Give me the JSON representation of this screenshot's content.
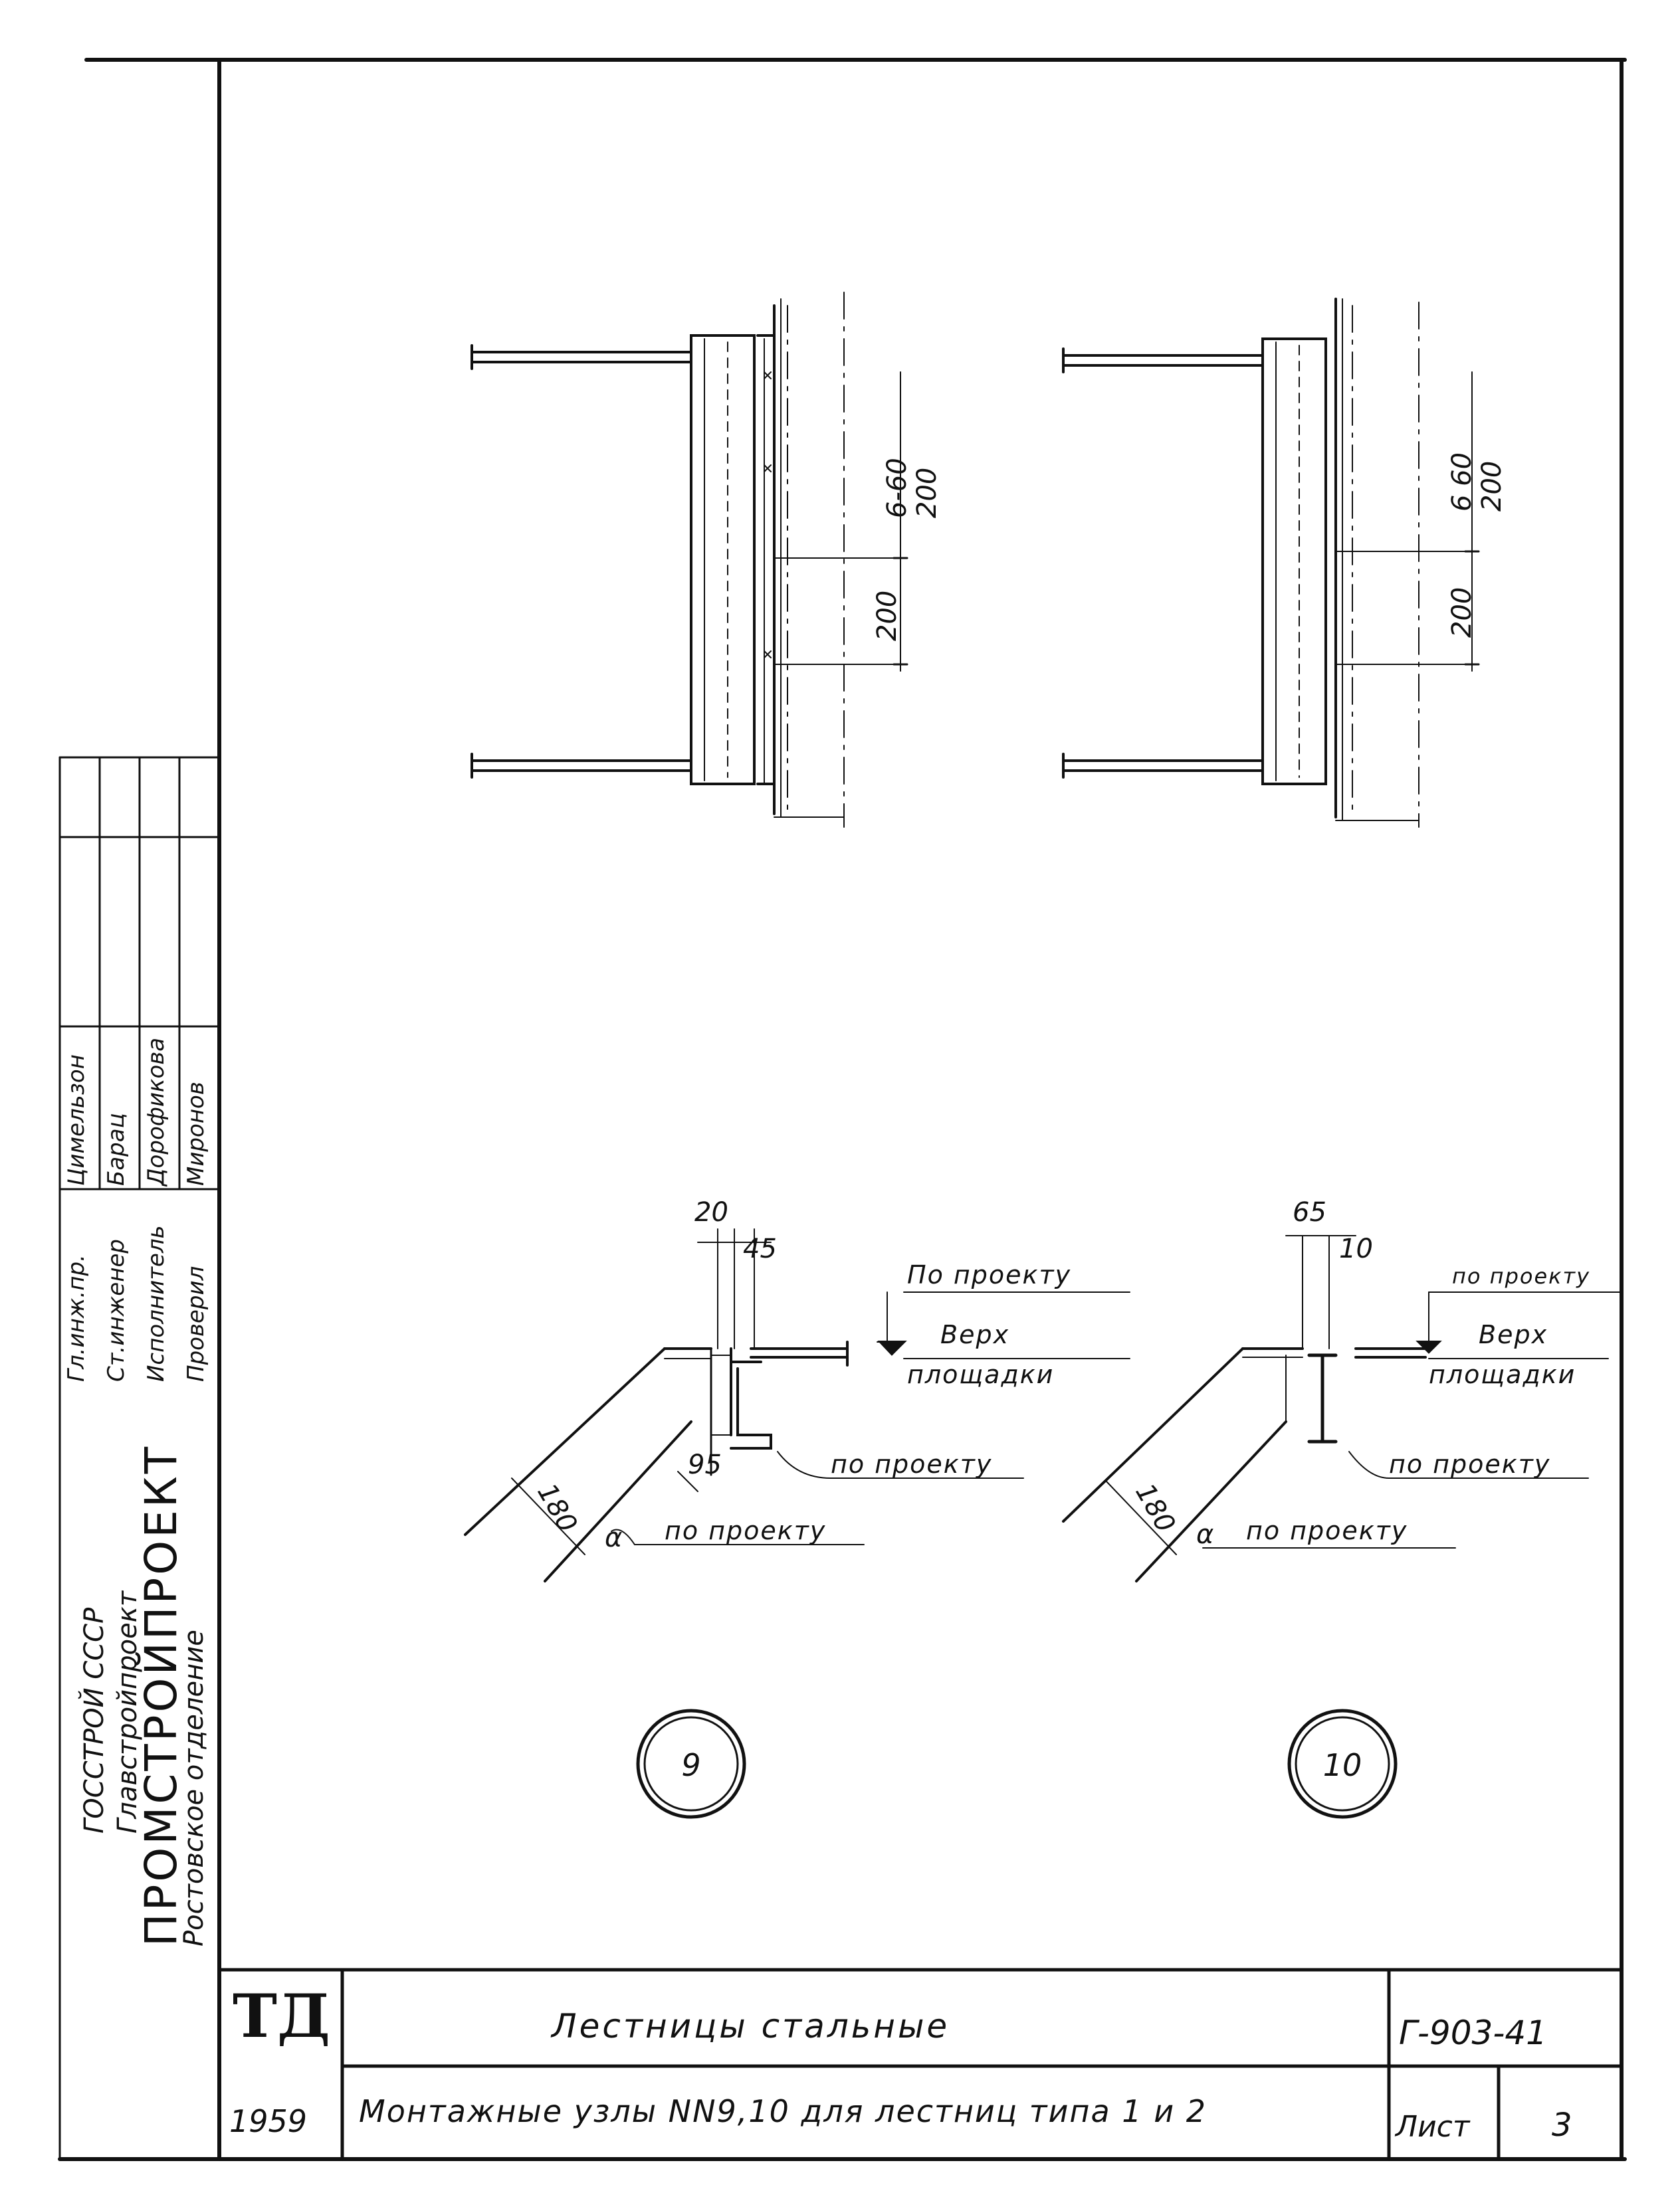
{
  "stamp": {
    "org_line1": "ГОССТРОЙ СССР",
    "org_line2": "Главстройпроект",
    "org_name": "ПРОМСТРОЙПРОЕКТ",
    "org_branch": "Ростовское отделение"
  },
  "signatures": {
    "rows": [
      {
        "role": "Гл.инж.пр.",
        "name": "Цимельзон"
      },
      {
        "role": "Ст.инженер",
        "name": "Барац"
      },
      {
        "role": "Исполнитель",
        "name": "Дорофикова"
      },
      {
        "role": "Проверил",
        "name": "Миронов"
      }
    ]
  },
  "title_block": {
    "logo": "ТД",
    "year": "1959",
    "title": "Лестницы стальные",
    "subtitle": "Монтажные узлы NN9,10 для лестниц типа 1 и 2",
    "code": "Г-903-41",
    "sheet_label": "Лист",
    "sheet_number": "3"
  },
  "drawing": {
    "plan_left": {
      "dim_a": "6-60",
      "dim_b": "200",
      "dim_c": "200"
    },
    "plan_right": {
      "dim_a": "6 60",
      "dim_b": "200",
      "dim_c": "200"
    },
    "node9": {
      "dim_20": "20",
      "dim_45": "45",
      "dim_95": "95",
      "dim_180": "180",
      "angle": "α",
      "label_project_top": "По проекту",
      "label_top_1": "Верх",
      "label_top_2": "площадки",
      "label_project_mid": "по проекту",
      "label_project_bottom": "по проекту",
      "number": "9"
    },
    "node10": {
      "dim_65": "65",
      "dim_10": "10",
      "dim_180": "180",
      "angle": "α",
      "label_project_top": "по проекту",
      "label_top_1": "Верх",
      "label_top_2": "площадки",
      "label_project_mid": "по проекту",
      "label_project_bottom": "по проекту",
      "number": "10"
    }
  }
}
